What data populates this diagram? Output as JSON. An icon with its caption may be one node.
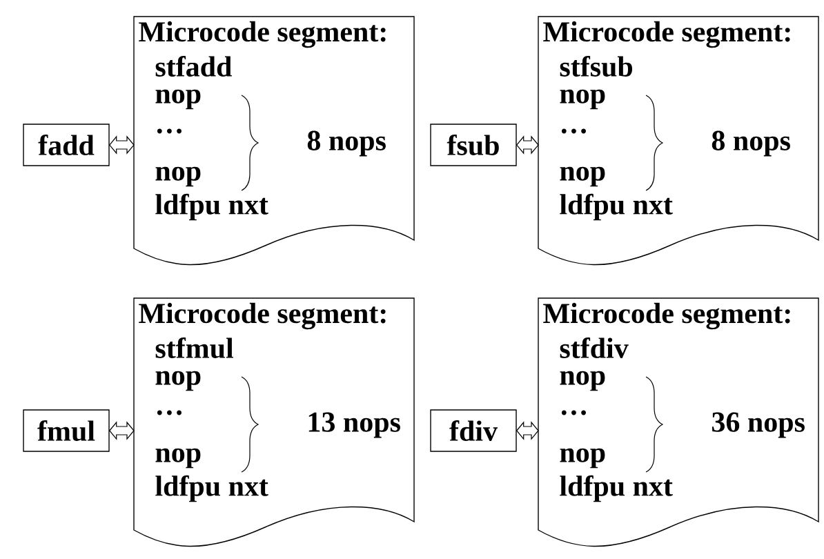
{
  "diagram": {
    "nodes": [
      {
        "text": [
          "fadd"
        ]
      },
      {
        "text": [
          "Microcode segment:",
          "stfadd",
          "nop",
          "…",
          "nop",
          "ldfpu nxt",
          "8 nops"
        ]
      },
      {
        "text": [
          "fsub"
        ]
      },
      {
        "text": [
          "Microcode segment:",
          "stfsub",
          "nop",
          "…",
          "nop",
          "ldfpu nxt",
          "8 nops"
        ]
      },
      {
        "text": [
          "fmul"
        ]
      },
      {
        "text": [
          "Microcode segment:",
          "stfmul",
          "nop",
          "…",
          "nop",
          "ldfpu nxt",
          "13 nops"
        ]
      },
      {
        "text": [
          "fdiv"
        ]
      },
      {
        "text": [
          "Microcode segment:",
          "stfdiv",
          "nop",
          "…",
          "nop",
          "ldfpu nxt",
          "36 nops"
        ]
      }
    ],
    "edges": [
      {
        "from": 0,
        "to": 1,
        "arrow": "both"
      },
      {
        "from": 2,
        "to": 3,
        "arrow": "both"
      },
      {
        "from": 4,
        "to": 5,
        "arrow": "both"
      },
      {
        "from": 6,
        "to": 7,
        "arrow": "both"
      }
    ]
  }
}
